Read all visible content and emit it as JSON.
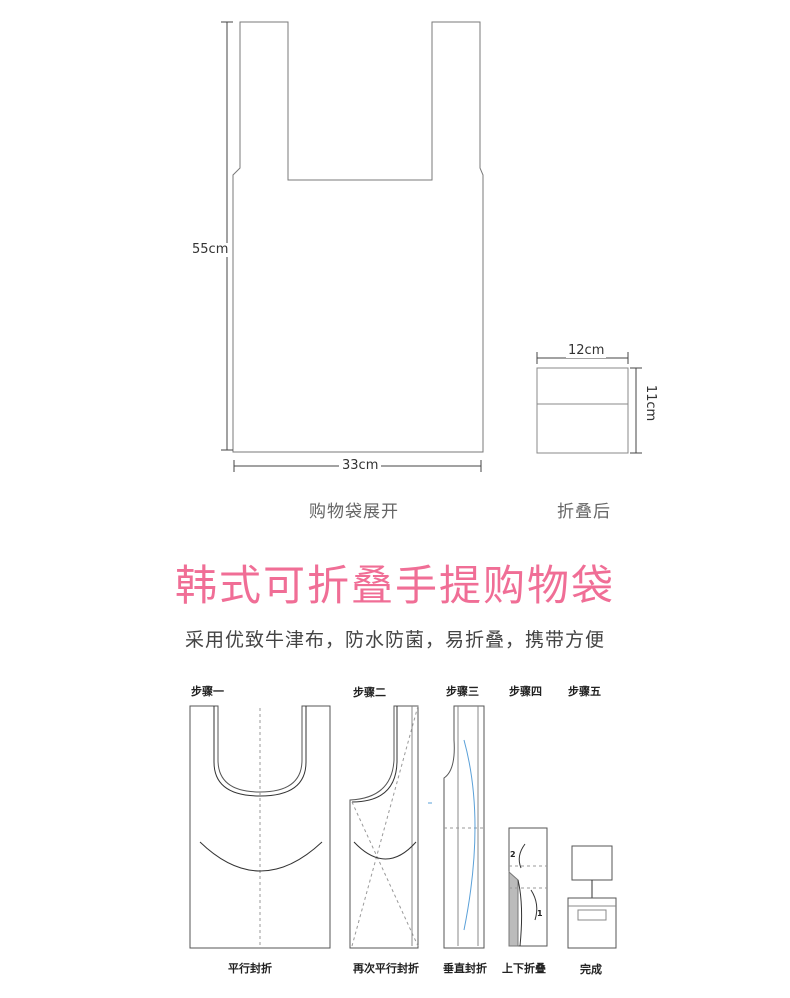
{
  "dimensions": {
    "unfolded_height": "55cm",
    "unfolded_width": "33cm",
    "folded_width": "12cm",
    "folded_height": "11cm"
  },
  "captions": {
    "unfolded": "购物袋展开",
    "folded": "折叠后"
  },
  "title": "韩式可折叠手提购物袋",
  "subtitle": "采用优致牛津布，防水防菌，易折叠，携带方便",
  "steps": [
    {
      "label": "步骤一",
      "caption": "平行封折"
    },
    {
      "label": "步骤二",
      "caption": "再次平行封折"
    },
    {
      "label": "步骤三",
      "caption": "垂直封折"
    },
    {
      "label": "步骤四",
      "caption": "上下折叠"
    },
    {
      "label": "步骤五",
      "caption": "完成"
    }
  ],
  "step4_marks": {
    "mark_1": "1",
    "mark_2": "2"
  },
  "colors": {
    "title": "#f06e96",
    "outline": "#555555",
    "accent_blue": "#5aa0d8"
  }
}
